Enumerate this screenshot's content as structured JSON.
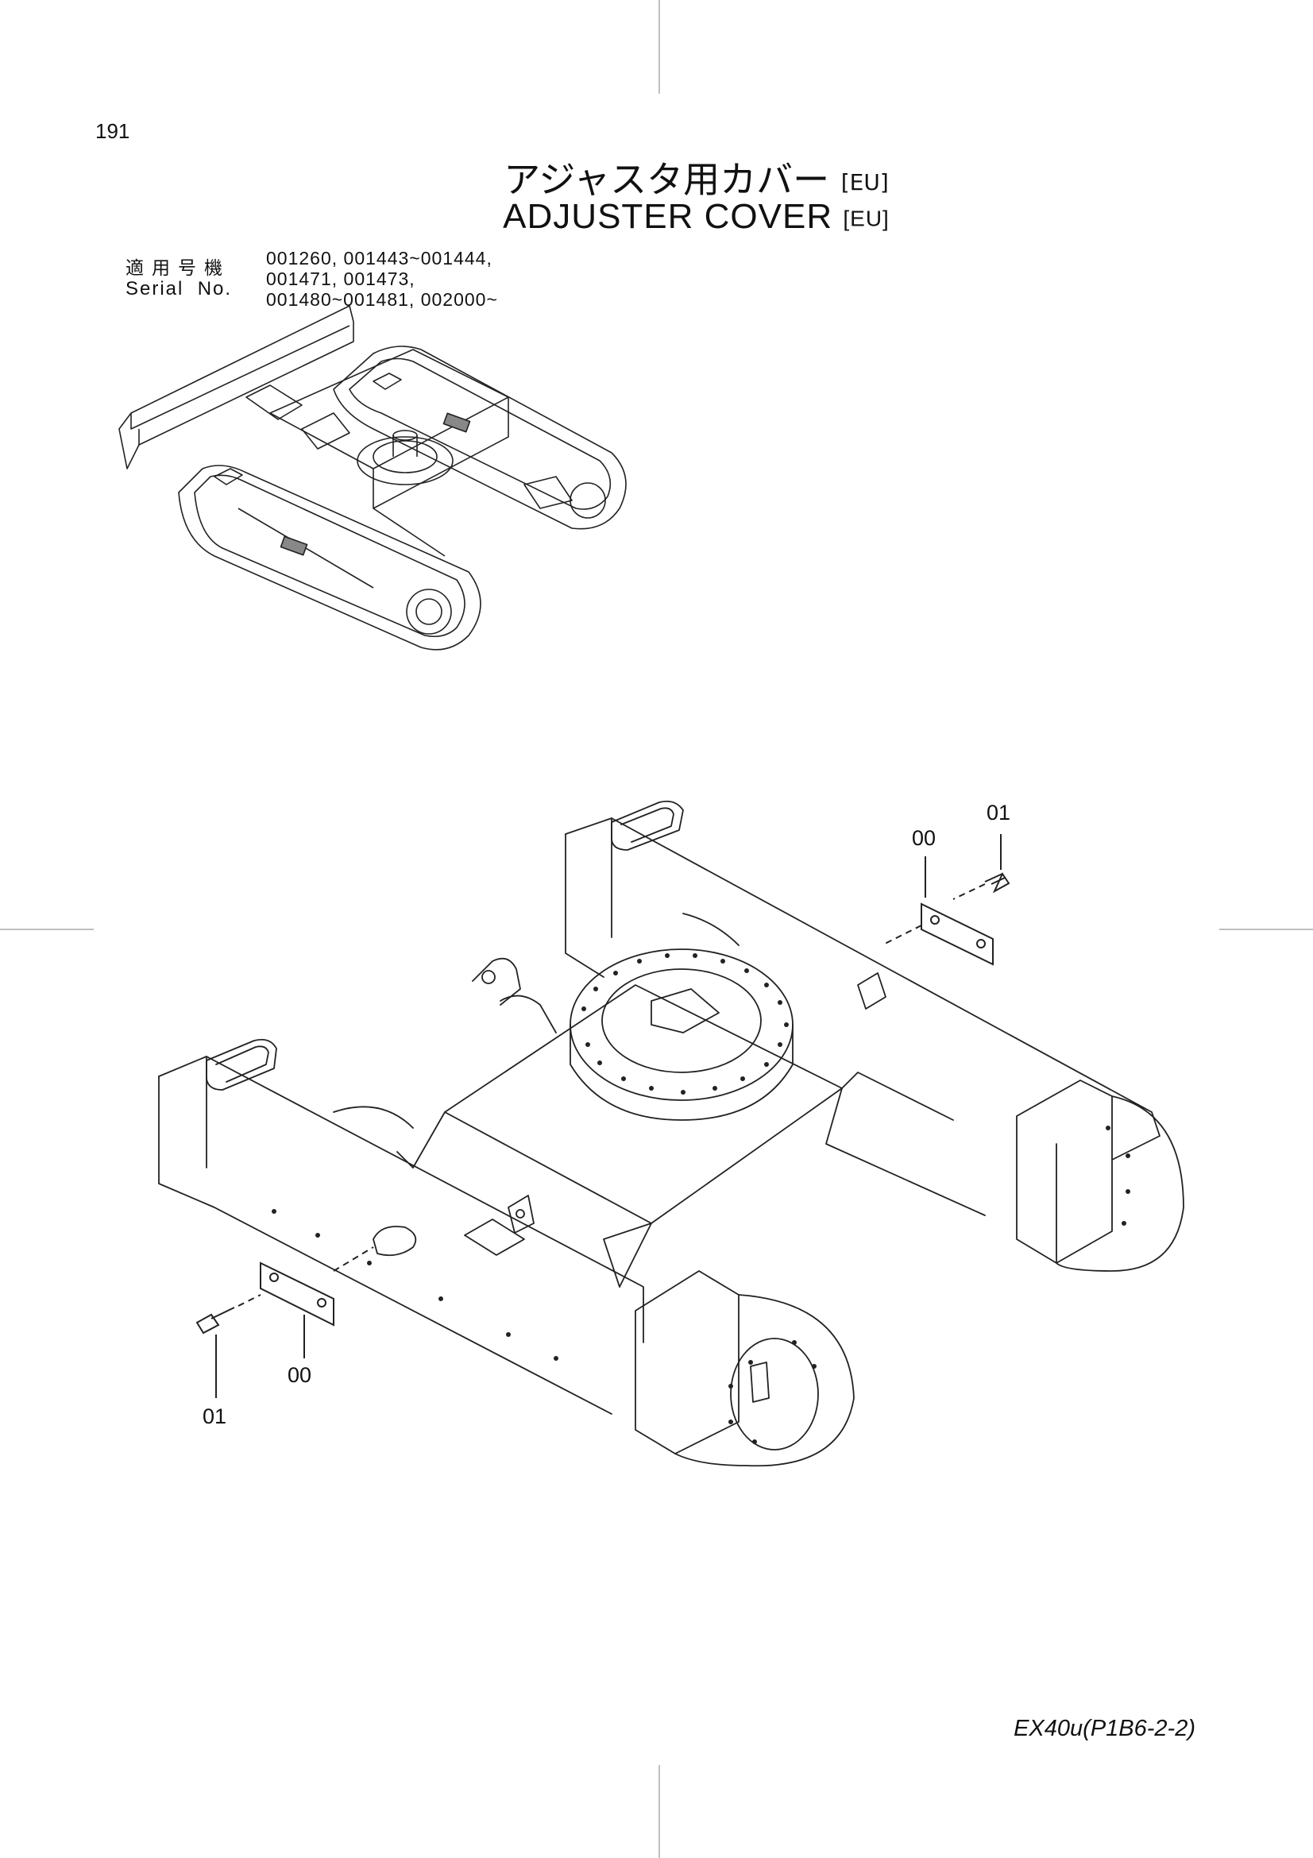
{
  "page": {
    "number": "191",
    "title_jp": "アジャスタ用カバー",
    "title_jp_tag": "[EU]",
    "title_en": "ADJUSTER COVER",
    "title_en_tag": "[EU]",
    "serial_label_jp": "適用号機",
    "serial_label_en": "Serial  No.",
    "serial_lines": [
      "001260, 001443~001444,",
      "001471, 001473,",
      "001480~001481, 002000~"
    ],
    "footer": "EX40u(P1B6-2-2)"
  },
  "callouts": {
    "upper_cover": "00",
    "upper_bolt": "01",
    "lower_cover": "00",
    "lower_bolt": "01"
  },
  "colors": {
    "line": "#222222",
    "background": "#ffffff"
  }
}
